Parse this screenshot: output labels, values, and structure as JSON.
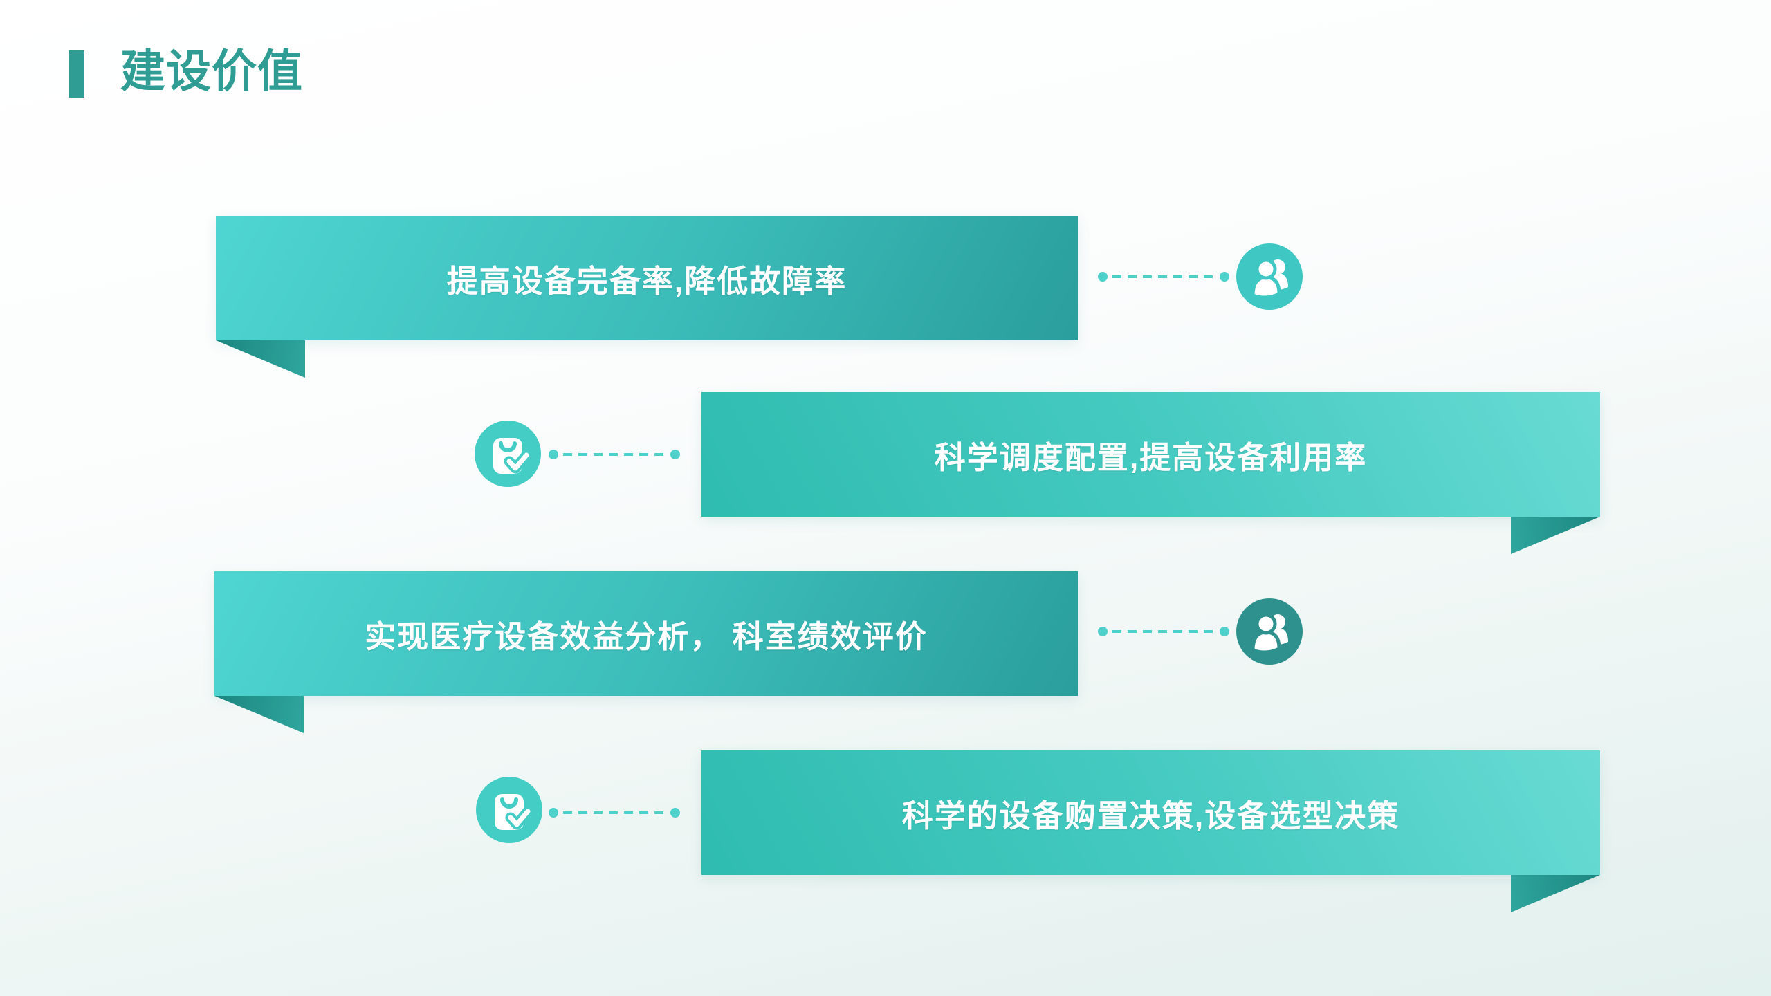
{
  "slide": {
    "title": "建设价值"
  },
  "rows": [
    {
      "id": "row-1",
      "side": "left",
      "icon": "people-icon",
      "text": "提高设备完备率,降低故障率"
    },
    {
      "id": "row-2",
      "side": "right",
      "icon": "clipboard-check-icon",
      "text": "科学调度配置,提高设备利用率"
    },
    {
      "id": "row-3",
      "side": "left",
      "icon": "people-icon",
      "text": "实现医疗设备效益分析， 科室绩效评价"
    },
    {
      "id": "row-4",
      "side": "right",
      "icon": "clipboard-check-icon",
      "text": "科学的设备购置决策,设备选型决策"
    }
  ],
  "colors": {
    "accent": "#2F9D94",
    "banner_left_gradient_start": "#4FD5D2",
    "banner_left_gradient_end": "#2A9E9C",
    "banner_right_gradient_start": "#2FBCB0",
    "banner_right_gradient_end": "#68DBD4",
    "fold_dark": "#1C867F",
    "icon_circle_light": "#3EC7C3",
    "icon_circle_clipboard": "#44CDC4",
    "icon_circle_dark": "#2E918D",
    "connector_dot": "#4ED0CB",
    "banner_text": "#FFFFFF",
    "background_top": "#FFFFFF",
    "background_bottom": "#E2F0EE"
  }
}
